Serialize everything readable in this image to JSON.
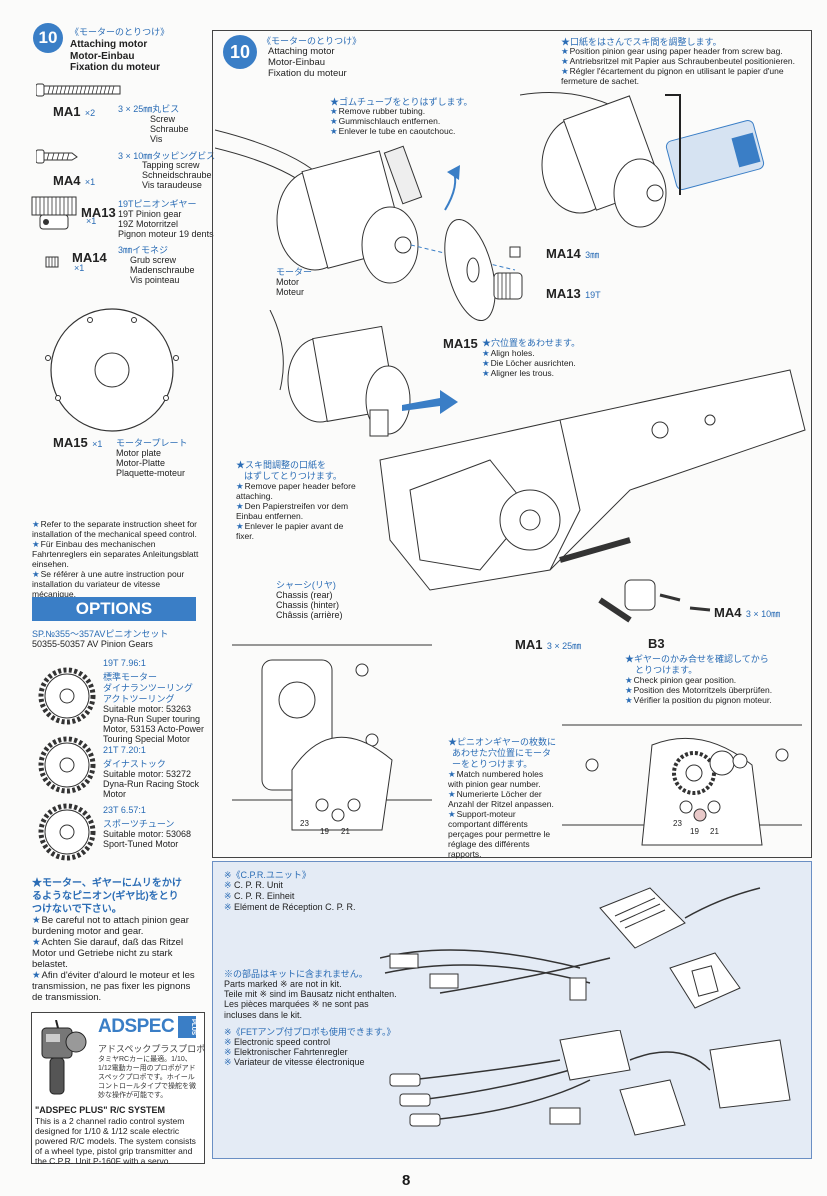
{
  "left": {
    "step": {
      "number": "10",
      "jp": "《モーターのとりつけ》",
      "en": "Attaching motor",
      "de": "Motor-Einbau",
      "fr": "Fixation du moteur"
    },
    "parts": [
      {
        "code": "MA1",
        "qty": "×2",
        "jp": "3 × 25㎜丸ビス",
        "l1": "Screw",
        "l2": "Schraube",
        "l3": "Vis"
      },
      {
        "code": "MA4",
        "qty": "×1",
        "jp": "3 × 10㎜タッピングビス",
        "l1": "Tapping screw",
        "l2": "Schneidschraube",
        "l3": "Vis taraudeuse"
      },
      {
        "code": "MA13",
        "qty": "×1",
        "jp": "19Tピニオンギヤー",
        "l1": "19T Pinion gear",
        "l2": "19Z Motorritzel",
        "l3": "Pignon moteur 19 dents"
      },
      {
        "code": "MA14",
        "qty": "×1",
        "jp": "3㎜イモネジ",
        "l1": "Grub screw",
        "l2": "Madenschraube",
        "l3": "Vis pointeau"
      },
      {
        "code": "MA15",
        "qty": "×1",
        "jp": "モータープレート",
        "l1": "Motor plate",
        "l2": "Motor-Platte",
        "l3": "Plaquette-moteur"
      }
    ],
    "refer": {
      "en": "Refer to the separate instruction sheet for installation of the mechanical speed control.",
      "de": "Für Einbau des mechanischen Fahrtenreglers ein separates Anleitungsblatt einsehen.",
      "fr": "Se référer à une autre instruction pour installation du variateur de vitesse mécanique."
    },
    "options": {
      "title": "OPTIONS",
      "sp": "SP.№355〜357AVピニオンセット",
      "sp_en": "50355-50357 AV Pinion Gears",
      "gears": [
        {
          "ratio": "19T  7.96:1",
          "jp1": "標準モーター",
          "jp2": "ダイナランツーリング",
          "jp3": "アクトツーリング",
          "d1": "Suitable  motor:  53263",
          "d2": "Dyna-Run  Super  touring",
          "d3": "Motor, 53153  Acto-Power",
          "d4": "Touring Special Motor"
        },
        {
          "ratio": "21T  7.20:1",
          "jp1": "ダイナストック",
          "jp2": "",
          "jp3": "",
          "d1": "Suitable  motor:  53272",
          "d2": "Dyna-Run  Racing  Stock",
          "d3": "Motor",
          "d4": ""
        },
        {
          "ratio": "23T  6.57:1",
          "jp1": "スポーツチューン",
          "jp2": "",
          "jp3": "",
          "d1": "Suitable  motor:  53068",
          "d2": "Sport-Tuned Motor",
          "d3": "",
          "d4": ""
        }
      ]
    },
    "warning": {
      "jp1": "★モーター、ギヤーにムリをかけ",
      "jp2": "るようなピニオン(ギヤ比)をとり",
      "jp3": "つけないで下さい。",
      "en": "Be careful not to attach pinion gear burdening motor and gear.",
      "de": "Achten Sie darauf, daß das Ritzel Motor und Getriebe nicht zu stark belastet.",
      "fr": "Afin d'éviter d'alourd le moteur et les transmission, ne pas fixer les pignons de transmission."
    },
    "adspec": {
      "logo": "ADSPEC",
      "plus": "PLUS",
      "kana": "アドスペックプラスプロポ",
      "jp": "タミヤRCカーに最適。1/10、1/12電動カー用のプロポがアドスペックプロポです。ホイールコントロールタイプで操舵を微妙な操作が可能です。",
      "title": "\"ADSPEC PLUS\" R/C SYSTEM",
      "body": "This is a 2 channel radio control system designed for 1/10 & 1/12 scale electric powered R/C models. The system consists of a wheel type, pistol grip transmitter and the C.P.R. Unit P-160F with a servo."
    }
  },
  "main": {
    "step": {
      "number": "10",
      "jp": "《モーターのとりつけ》",
      "en": "Attaching motor",
      "de": "Motor-Einbau",
      "fr": "Fixation du moteur"
    },
    "paper": {
      "jp": "★口紙をはさんでスキ間を調整します。",
      "items": [
        "Position pinion gear using paper header from screw bag.",
        "Antriebsritzel mit Papier aus Schraubenbeutel positionieren.",
        "Régler l'écartement du pignon en utilisant le papier d'une fermeture de sachet."
      ]
    },
    "rubber": {
      "jp": "★ゴムチューブをとりはずします。",
      "items": [
        "Remove rubber tubing.",
        "Gummischlauch entfernen.",
        "Enlever le tube en caoutchouc."
      ]
    },
    "motor": {
      "jp": "モーター",
      "en": "Motor",
      "de": "Moteur"
    },
    "callouts": {
      "ma14": "MA14",
      "ma14_size": "3㎜",
      "ma13": "MA13",
      "ma13_size": "19T",
      "ma15": "MA15",
      "ma1": "MA1",
      "ma1_size": "3 × 25㎜",
      "ma4": "MA4",
      "ma4_size": "3 × 10㎜",
      "b3": "B3"
    },
    "align": {
      "jp": "★穴位置をあわせます。",
      "items": [
        "Align holes.",
        "Die Löcher ausrichten.",
        "Aligner les trous."
      ]
    },
    "remove_paper": {
      "jp1": "★スキ間調整の口紙を",
      "jp2": "はずしてとりつけます。",
      "items": [
        "Remove paper header before attaching.",
        "Den Papierstreifen vor dem Einbau entfernen.",
        "Enlever le papier avant de fixer."
      ]
    },
    "chassis": {
      "jp": "シャーシ(リヤ)",
      "en": "Chassis (rear)",
      "de": "Chassis (hinter)",
      "fr": "Châssis (arrière)"
    },
    "check": {
      "jp1": "★ギヤーのかみ合せを確認してから",
      "jp2": "とりつけます。",
      "items": [
        "Check pinion gear position.",
        "Position des Motorritzels überprüfen.",
        "Vérifier la position du pignon moteur."
      ]
    },
    "match": {
      "jp1": "★ピニオンギヤーの枚数に",
      "jp2": "あわせた穴位置にモータ",
      "jp3": "ーをとりつけます。",
      "items": [
        "Match numbered holes with pinion gear number.",
        "Numerierte Löcher der Anzahl der Ritzel anpassen.",
        "Support-moteur comportant différents perçages pour permettre le réglage des différents rapports."
      ]
    },
    "holes": [
      "23",
      "19",
      "21"
    ]
  },
  "bottom": {
    "cpr": {
      "jp": "※《C.P.R.ユニット》",
      "items": [
        "C. P. R. Unit",
        "C. P. R. Einheit",
        "Elément de Réception C. P. R."
      ]
    },
    "notkit": {
      "jp": "※の部品はキットに含まれません。",
      "l1": "Parts marked ※ are not in kit.",
      "l2": "Teile mit ※ sind im Bausatz nicht enthalten.",
      "l3": "Les pièces marquées ※ ne sont pas incluses dans le kit."
    },
    "fet": {
      "jp": "※《FETアンプ付プロポも使用できます。》",
      "items": [
        "Electronic speed control",
        "Elektronischer Fahrtenregler",
        "Variateur de vitesse électronique"
      ]
    }
  },
  "page_number": "8"
}
